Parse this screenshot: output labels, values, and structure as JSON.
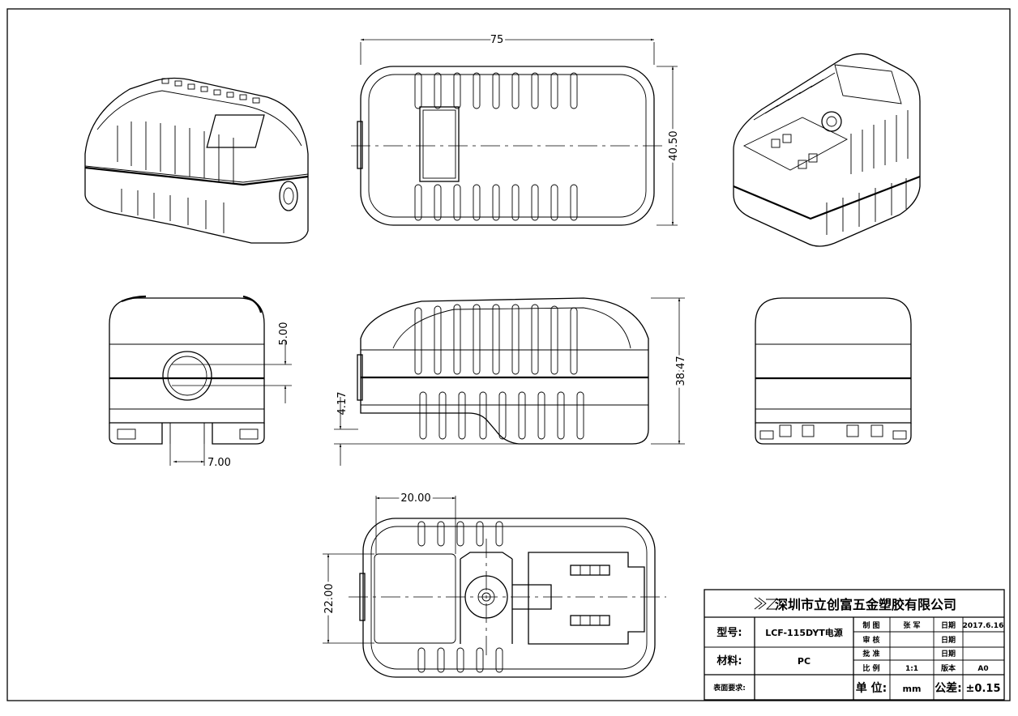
{
  "dimensions": {
    "top_width": "75",
    "top_height": "40.50",
    "front_height": "38.47",
    "front_step": "4.17",
    "left_jack_offset": "5.00",
    "left_slot_width": "7.00",
    "bottom_pocket_width": "20.00",
    "bottom_pocket_height": "22.00"
  },
  "title_block": {
    "company": "深圳市立创富五金塑胶有限公司",
    "model_label": "型号:",
    "model_value": "LCF-115DYT电源",
    "material_label": "材料:",
    "material_value": "PC",
    "surface_label": "表面要求:",
    "drawn_label": "制 图",
    "drawn_value": "张 军",
    "check_label": "审 核",
    "approve_label": "批 准",
    "scale_label": "比 例",
    "scale_value": "1:1",
    "date_label": "日期",
    "date_value": "2017.6.16",
    "version_label": "版本",
    "version_value": "A0",
    "unit_label": "单 位:",
    "unit_value": "mm",
    "tolerance_label": "公差:",
    "tolerance_value": "±0.15"
  }
}
